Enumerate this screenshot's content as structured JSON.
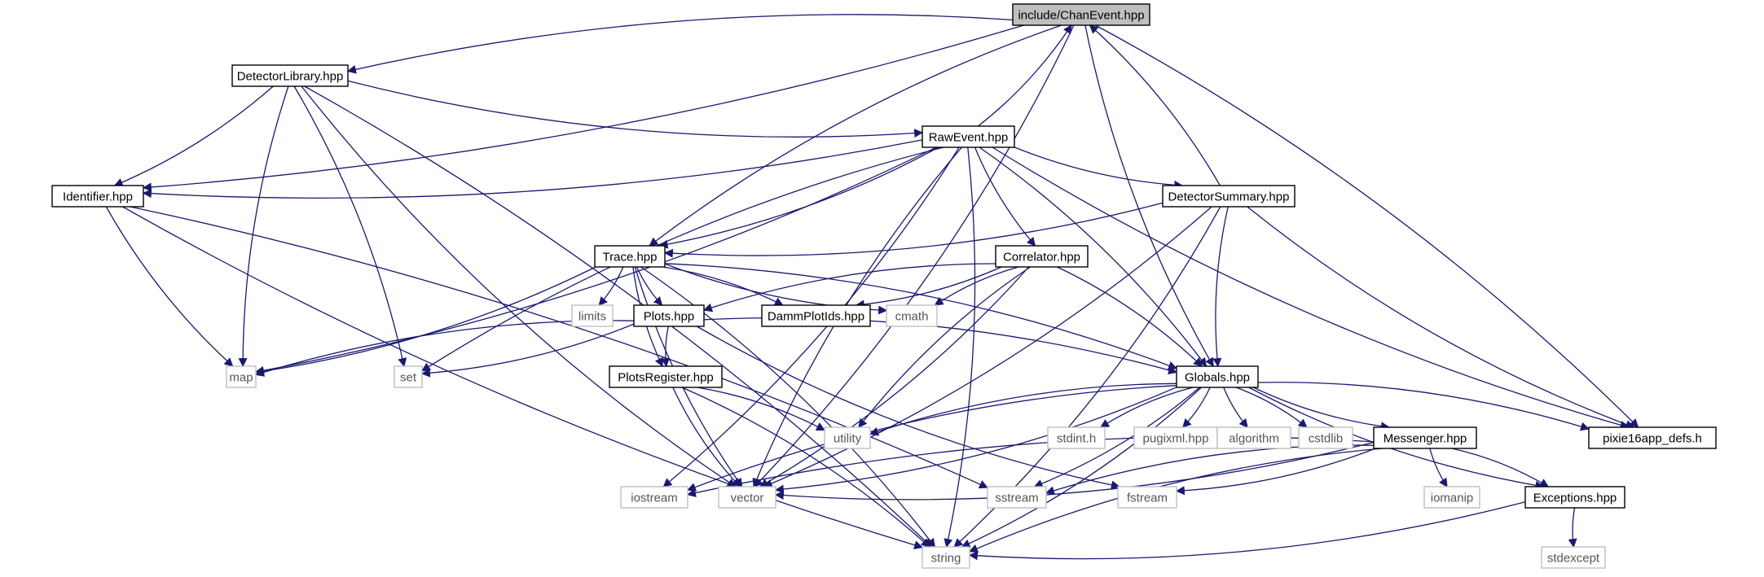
{
  "diagram": {
    "type": "include-dependency-graph",
    "colors": {
      "edge": "#191970",
      "header_border": "#000000",
      "system_border": "#bfbfbf",
      "root_fill": "#bfbfbf"
    },
    "nodes": [
      {
        "id": "chanevent",
        "label": "include/ChanEvent.hpp",
        "kind": "root"
      },
      {
        "id": "detectorlibrary",
        "label": "DetectorLibrary.hpp",
        "kind": "header"
      },
      {
        "id": "identifier",
        "label": "Identifier.hpp",
        "kind": "header"
      },
      {
        "id": "rawevent",
        "label": "RawEvent.hpp",
        "kind": "header"
      },
      {
        "id": "detectorsummary",
        "label": "DetectorSummary.hpp",
        "kind": "header"
      },
      {
        "id": "trace",
        "label": "Trace.hpp",
        "kind": "header"
      },
      {
        "id": "correlator",
        "label": "Correlator.hpp",
        "kind": "header"
      },
      {
        "id": "limits",
        "label": "limits",
        "kind": "system"
      },
      {
        "id": "plots",
        "label": "Plots.hpp",
        "kind": "header"
      },
      {
        "id": "dammplotids",
        "label": "DammPlotIds.hpp",
        "kind": "header"
      },
      {
        "id": "cmath",
        "label": "cmath",
        "kind": "system"
      },
      {
        "id": "map",
        "label": "map",
        "kind": "system"
      },
      {
        "id": "set",
        "label": "set",
        "kind": "system"
      },
      {
        "id": "plotsregister",
        "label": "PlotsRegister.hpp",
        "kind": "header"
      },
      {
        "id": "globals",
        "label": "Globals.hpp",
        "kind": "header"
      },
      {
        "id": "utility",
        "label": "utility",
        "kind": "system"
      },
      {
        "id": "stdint",
        "label": "stdint.h",
        "kind": "system"
      },
      {
        "id": "pugixml",
        "label": "pugixml.hpp",
        "kind": "system"
      },
      {
        "id": "algorithm",
        "label": "algorithm",
        "kind": "system"
      },
      {
        "id": "cstdlib",
        "label": "cstdlib",
        "kind": "system"
      },
      {
        "id": "messenger",
        "label": "Messenger.hpp",
        "kind": "header"
      },
      {
        "id": "pixie16",
        "label": "pixie16app_defs.h",
        "kind": "header"
      },
      {
        "id": "iostream",
        "label": "iostream",
        "kind": "system"
      },
      {
        "id": "vector",
        "label": "vector",
        "kind": "system"
      },
      {
        "id": "sstream",
        "label": "sstream",
        "kind": "system"
      },
      {
        "id": "fstream",
        "label": "fstream",
        "kind": "system"
      },
      {
        "id": "iomanip",
        "label": "iomanip",
        "kind": "system"
      },
      {
        "id": "exceptions",
        "label": "Exceptions.hpp",
        "kind": "header"
      },
      {
        "id": "string",
        "label": "string",
        "kind": "system"
      },
      {
        "id": "stdexcept",
        "label": "stdexcept",
        "kind": "system"
      }
    ],
    "edges": [
      [
        "chanevent",
        "detectorlibrary"
      ],
      [
        "chanevent",
        "identifier"
      ],
      [
        "chanevent",
        "trace"
      ],
      [
        "chanevent",
        "vector"
      ],
      [
        "chanevent",
        "globals"
      ],
      [
        "chanevent",
        "pixie16"
      ],
      [
        "detectorlibrary",
        "rawevent"
      ],
      [
        "detectorlibrary",
        "identifier"
      ],
      [
        "detectorlibrary",
        "map"
      ],
      [
        "detectorlibrary",
        "set"
      ],
      [
        "detectorlibrary",
        "vector"
      ],
      [
        "detectorlibrary",
        "string"
      ],
      [
        "rawevent",
        "chanevent"
      ],
      [
        "rawevent",
        "identifier"
      ],
      [
        "rawevent",
        "detectorsummary"
      ],
      [
        "rawevent",
        "trace"
      ],
      [
        "rawevent",
        "correlator"
      ],
      [
        "rawevent",
        "map"
      ],
      [
        "rawevent",
        "set"
      ],
      [
        "rawevent",
        "iostream"
      ],
      [
        "rawevent",
        "vector"
      ],
      [
        "rawevent",
        "globals"
      ],
      [
        "rawevent",
        "pixie16"
      ],
      [
        "rawevent",
        "string"
      ],
      [
        "detectorsummary",
        "chanevent"
      ],
      [
        "detectorsummary",
        "trace"
      ],
      [
        "detectorsummary",
        "globals"
      ],
      [
        "detectorsummary",
        "vector"
      ],
      [
        "detectorsummary",
        "pixie16"
      ],
      [
        "detectorsummary",
        "string"
      ],
      [
        "identifier",
        "map"
      ],
      [
        "identifier",
        "sstream"
      ],
      [
        "identifier",
        "string"
      ],
      [
        "trace",
        "limits"
      ],
      [
        "trace",
        "plots"
      ],
      [
        "trace",
        "dammplotids"
      ],
      [
        "trace",
        "cmath"
      ],
      [
        "trace",
        "map"
      ],
      [
        "trace",
        "plotsregister"
      ],
      [
        "trace",
        "globals"
      ],
      [
        "trace",
        "vector"
      ],
      [
        "trace",
        "string"
      ],
      [
        "correlator",
        "plots"
      ],
      [
        "correlator",
        "dammplotids"
      ],
      [
        "correlator",
        "cmath"
      ],
      [
        "correlator",
        "globals"
      ],
      [
        "correlator",
        "utility"
      ],
      [
        "correlator",
        "vector"
      ],
      [
        "plots",
        "map"
      ],
      [
        "plots",
        "set"
      ],
      [
        "plots",
        "plotsregister"
      ],
      [
        "plots",
        "globals"
      ],
      [
        "plots",
        "fstream"
      ],
      [
        "plotsregister",
        "utility"
      ],
      [
        "plotsregister",
        "vector"
      ],
      [
        "plotsregister",
        "string"
      ],
      [
        "globals",
        "utility"
      ],
      [
        "globals",
        "vector"
      ],
      [
        "globals",
        "stdint"
      ],
      [
        "globals",
        "pugixml"
      ],
      [
        "globals",
        "algorithm"
      ],
      [
        "globals",
        "cstdlib"
      ],
      [
        "globals",
        "messenger"
      ],
      [
        "globals",
        "pixie16"
      ],
      [
        "globals",
        "iostream"
      ],
      [
        "globals",
        "sstream"
      ],
      [
        "globals",
        "exceptions"
      ],
      [
        "globals",
        "string"
      ],
      [
        "messenger",
        "iostream"
      ],
      [
        "messenger",
        "vector"
      ],
      [
        "messenger",
        "sstream"
      ],
      [
        "messenger",
        "fstream"
      ],
      [
        "messenger",
        "iomanip"
      ],
      [
        "messenger",
        "exceptions"
      ],
      [
        "messenger",
        "string"
      ],
      [
        "exceptions",
        "string"
      ],
      [
        "exceptions",
        "stdexcept"
      ]
    ]
  }
}
